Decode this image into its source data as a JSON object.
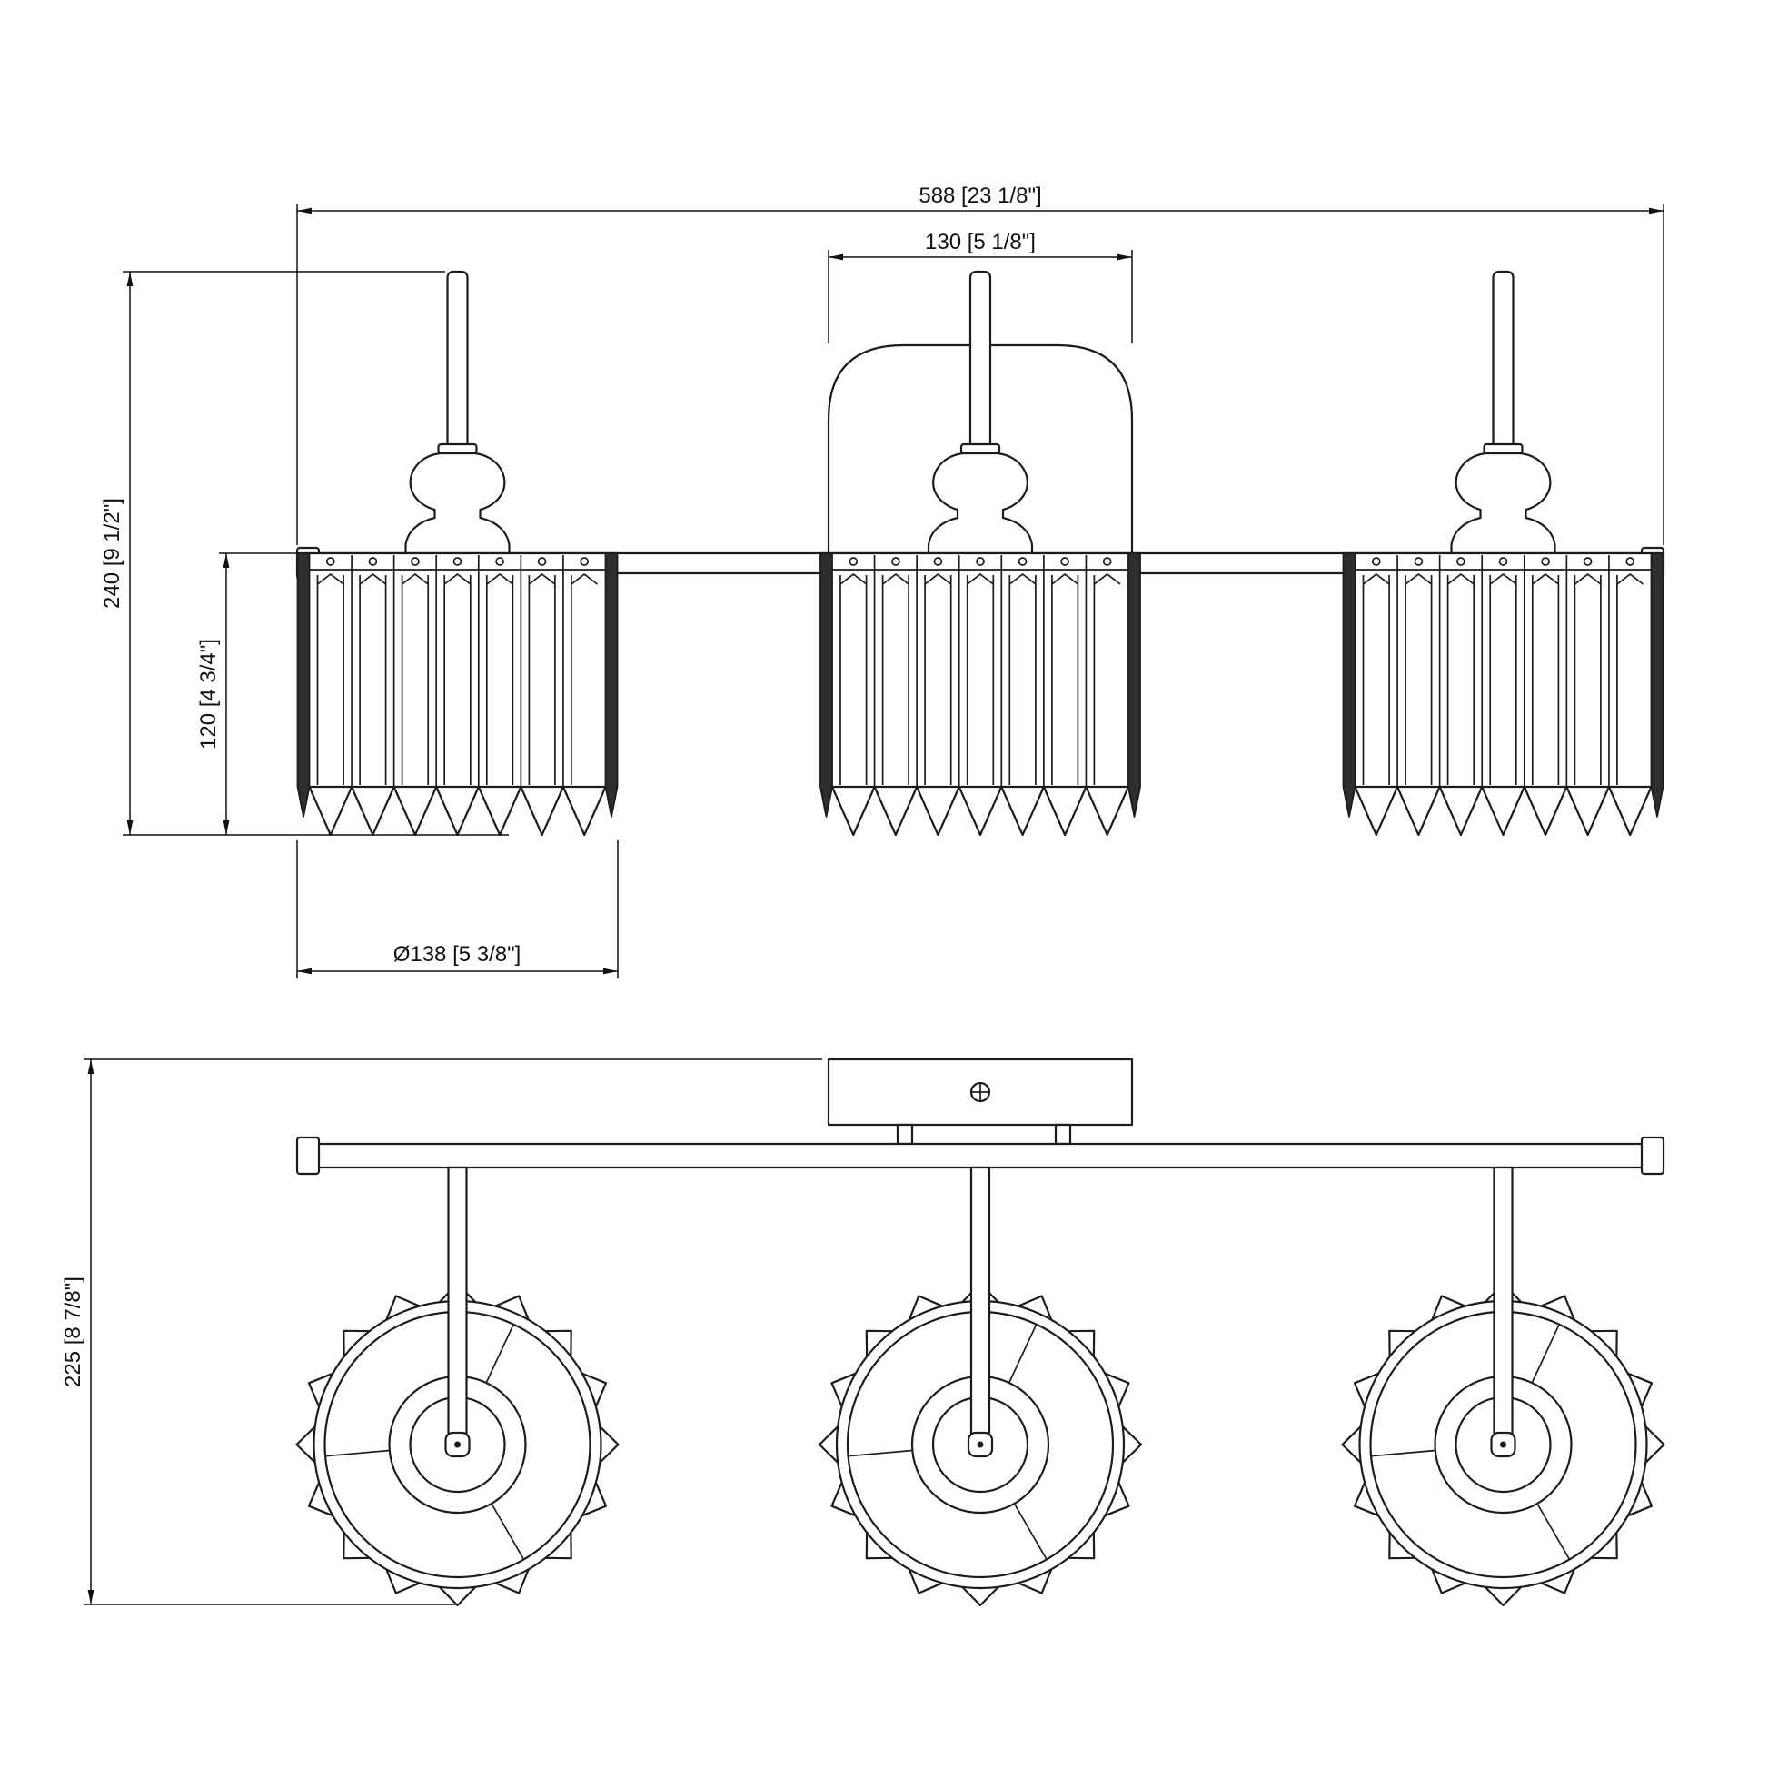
{
  "drawing": {
    "dimensions": {
      "overall_width": "588 [23 1/8\"]",
      "backplate_width": "130 [5 1/8\"]",
      "overall_height": "240 [9 1/2\"]",
      "shade_height": "120 [4 3/4\"]",
      "shade_diameter": "Ø138 [5 3/8\"]",
      "overall_depth": "225 [8 7/8\"]"
    }
  },
  "colors": {
    "line": "#1c1c1c",
    "dimension": "#111111",
    "background": "#ffffff"
  }
}
